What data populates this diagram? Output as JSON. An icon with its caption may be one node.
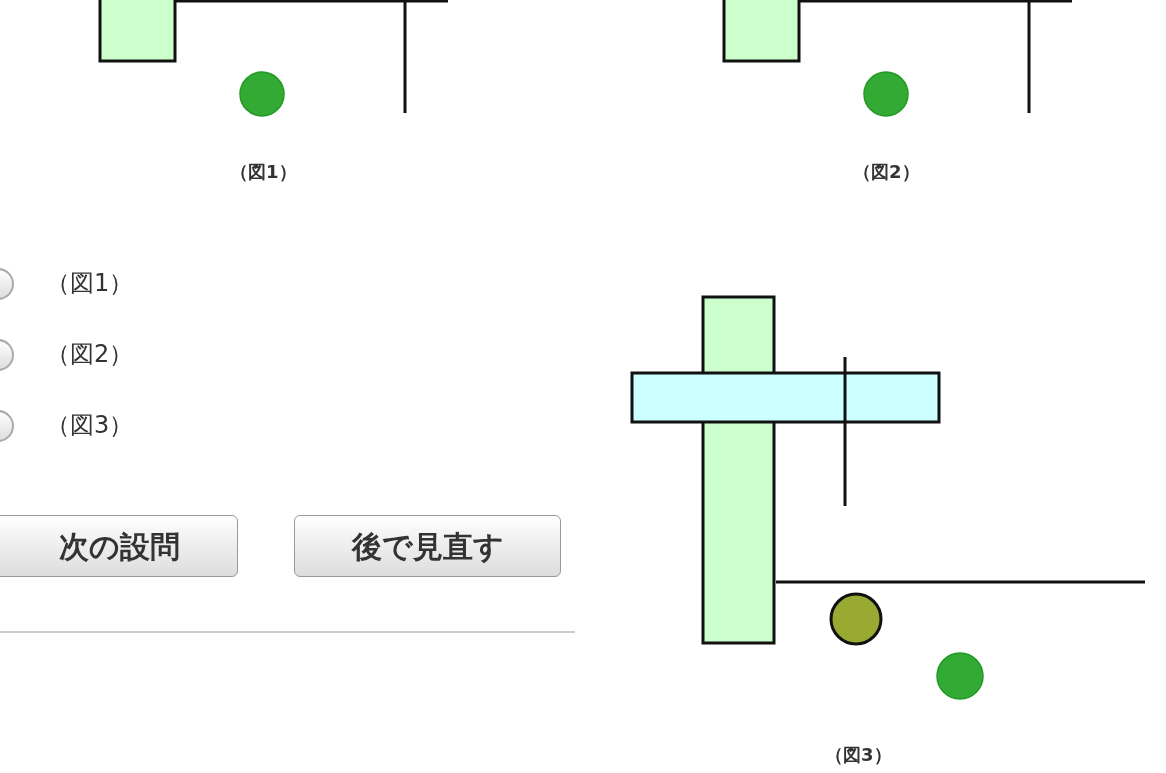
{
  "diagram": {
    "labels": [
      "（図1）",
      "（図2）",
      "（図1）",
      "（図2）",
      "（図3）",
      "次の設問",
      "後で見直す",
      "（図3）"
    ]
  }
}
